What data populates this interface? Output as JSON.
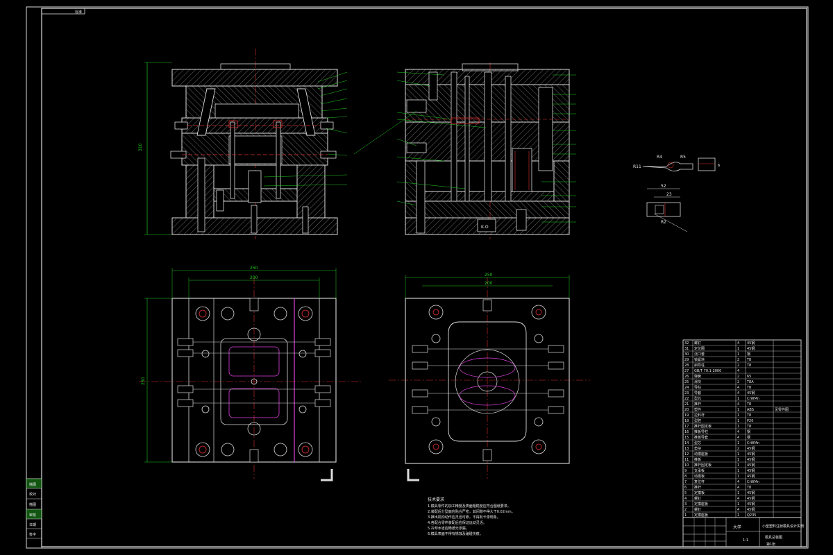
{
  "title_block": {
    "top_tab": "标准",
    "company": "大学",
    "drawing_name": "模具总装图",
    "product_name": "小型塑料注射模具设计实例",
    "sheet": "第1张",
    "scale": "1:1"
  },
  "notes": {
    "heading": "技术要求",
    "lines": [
      "1.模具零件的加工精度及表面粗糙度应符合图纸要求。",
      "2.装配后分型面应贴合严密，其间隙不得大于0.02mm。",
      "3.推出机构动作应灵活可靠，不得有卡滞现象。",
      "4.各配合零件装配后应保证运动灵活。",
      "5.冷却水道应畅通无渗漏。",
      "6.模具表面不得有锈蚀及磕碰伤痕。"
    ]
  },
  "dimensions": {
    "height_left": "310",
    "width_bottom_outer": "250",
    "width_bottom_inner": "200",
    "height_bottom": "250",
    "width_right_outer": "250",
    "width_right_inner": "200",
    "part_len": "52",
    "part_len2": "23",
    "part_r1": "R11",
    "part_r2": "R4",
    "part_r3": "R5",
    "part_r4": "R2",
    "part_h": "6"
  },
  "stamp": "K.O",
  "side_labels": [
    "描图",
    "校对",
    "描图",
    "审核",
    "日期",
    "签字"
  ],
  "bom": [
    {
      "no": "32",
      "name": "螺钉",
      "qty": "4",
      "mat": "45钢",
      "note": ""
    },
    {
      "no": "31",
      "name": "定位圈",
      "qty": "1",
      "mat": "45钢",
      "note": ""
    },
    {
      "no": "30",
      "name": "浇口套",
      "qty": "1",
      "mat": "钢",
      "note": ""
    },
    {
      "no": "29",
      "name": "锁紧块",
      "qty": "2",
      "mat": "T8",
      "note": ""
    },
    {
      "no": "28",
      "name": "斜导柱",
      "qty": "2",
      "mat": "T8",
      "note": ""
    },
    {
      "no": "27",
      "name": "GB/T 70.1-2000",
      "qty": "4",
      "mat": "",
      "note": ""
    },
    {
      "no": "26",
      "name": "弹簧",
      "qty": "2",
      "mat": "65",
      "note": ""
    },
    {
      "no": "25",
      "name": "滑块",
      "qty": "2",
      "mat": "T8A",
      "note": ""
    },
    {
      "no": "24",
      "name": "导柱",
      "qty": "4",
      "mat": "T8",
      "note": ""
    },
    {
      "no": "23",
      "name": "导套",
      "qty": "4",
      "mat": "45钢",
      "note": ""
    },
    {
      "no": "22",
      "name": "型芯",
      "qty": "1",
      "mat": "CrWMn",
      "note": ""
    },
    {
      "no": "21",
      "name": "推杆",
      "qty": "4",
      "mat": "T8",
      "note": ""
    },
    {
      "no": "20",
      "name": "塑件",
      "qty": "1",
      "mat": "ABS",
      "note": "见零件图"
    },
    {
      "no": "19",
      "name": "拉料杆",
      "qty": "1",
      "mat": "T8",
      "note": ""
    },
    {
      "no": "18",
      "name": "型腔",
      "qty": "1",
      "mat": "P20",
      "note": ""
    },
    {
      "no": "17",
      "name": "推杆固定板",
      "qty": "1",
      "mat": "T8",
      "note": ""
    },
    {
      "no": "16",
      "name": "推板导柱",
      "qty": "4",
      "mat": "钢",
      "note": ""
    },
    {
      "no": "15",
      "name": "推板导套",
      "qty": "4",
      "mat": "钢",
      "note": ""
    },
    {
      "no": "14",
      "name": "型芯",
      "qty": "1",
      "mat": "CrWMn",
      "note": ""
    },
    {
      "no": "13",
      "name": "垫块",
      "qty": "2",
      "mat": "45钢",
      "note": ""
    },
    {
      "no": "12",
      "name": "动模座板",
      "qty": "1",
      "mat": "45钢",
      "note": ""
    },
    {
      "no": "11",
      "name": "推板",
      "qty": "1",
      "mat": "45钢",
      "note": ""
    },
    {
      "no": "10",
      "name": "推杆固定板",
      "qty": "1",
      "mat": "45钢",
      "note": ""
    },
    {
      "no": "9",
      "name": "支承板",
      "qty": "1",
      "mat": "45钢",
      "note": ""
    },
    {
      "no": "8",
      "name": "动模板",
      "qty": "1",
      "mat": "45钢",
      "note": ""
    },
    {
      "no": "7",
      "name": "复位杆",
      "qty": "4",
      "mat": "CrWMn",
      "note": ""
    },
    {
      "no": "6",
      "name": "推杆",
      "qty": "4",
      "mat": "T8",
      "note": ""
    },
    {
      "no": "5",
      "name": "定模板",
      "qty": "1",
      "mat": "45钢",
      "note": ""
    },
    {
      "no": "4",
      "name": "螺钉",
      "qty": "4",
      "mat": "45钢",
      "note": ""
    },
    {
      "no": "3",
      "name": "定模座板",
      "qty": "1",
      "mat": "45钢",
      "note": ""
    },
    {
      "no": "2",
      "name": "螺钉",
      "qty": "4",
      "mat": "45钢",
      "note": ""
    },
    {
      "no": "1",
      "name": "定模座板",
      "qty": "1",
      "mat": "Q235",
      "note": ""
    }
  ]
}
